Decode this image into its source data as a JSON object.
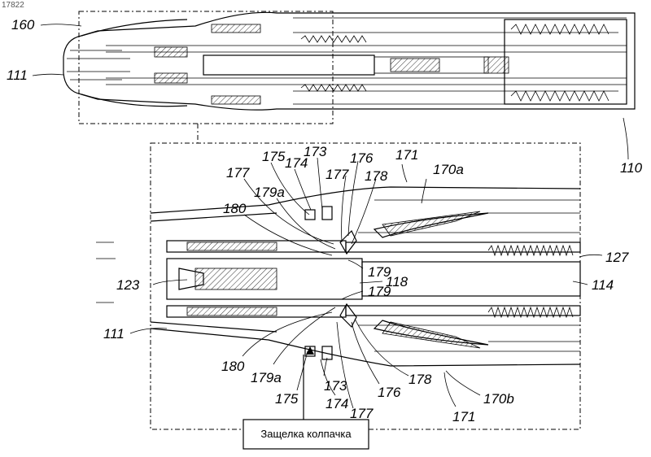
{
  "doc_id": "17822",
  "caption_box": {
    "text": "Защелка колпачка"
  },
  "labels": {
    "l160": "160",
    "l111_top": "111",
    "l110": "110",
    "l173_top": "173",
    "l175_top": "175",
    "l174_top": "174",
    "l176_top": "176",
    "l171_top": "171",
    "l170a": "170a",
    "l177_top_a": "177",
    "l177_top_b": "177",
    "l178_top": "178",
    "l179a_top": "179a",
    "l180_top": "180",
    "l127": "127",
    "l179_a": "179",
    "l118": "118",
    "l123": "123",
    "l179_b": "179",
    "l114": "114",
    "l111_bottom": "111",
    "l180_bottom": "180",
    "l179a_bottom": "179a",
    "l175_bottom": "175",
    "l173_bottom": "173",
    "l176_bottom": "176",
    "l178_bottom": "178",
    "l170b": "170b",
    "l174_bottom": "174",
    "l177_bottom": "177",
    "l171_bottom": "171"
  }
}
